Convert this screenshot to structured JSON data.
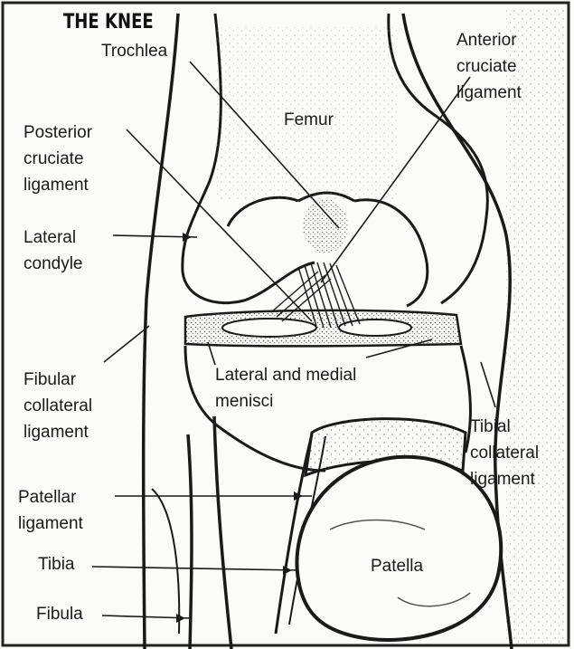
{
  "title": "THE KNEE",
  "labels": {
    "trochlea": "Trochlea",
    "femur": "Femur",
    "acl": "Anterior\ncruciate\nligament",
    "pcl": "Posterior\ncruciate\nligament",
    "lateral_condyle": "Lateral\ncondyle",
    "fibular_collateral": "Fibular\ncollateral\nligament",
    "menisci": "Lateral and medial\nmenisci",
    "tibial_collateral": "Tibial\ncollateral\nligament",
    "patellar_ligament": "Patellar\nligament",
    "tibia": "Tibia",
    "patella": "Patella",
    "fibula": "Fibula"
  },
  "colors": {
    "ink": "#1a1a1a",
    "paper": "#fbfbfa"
  }
}
